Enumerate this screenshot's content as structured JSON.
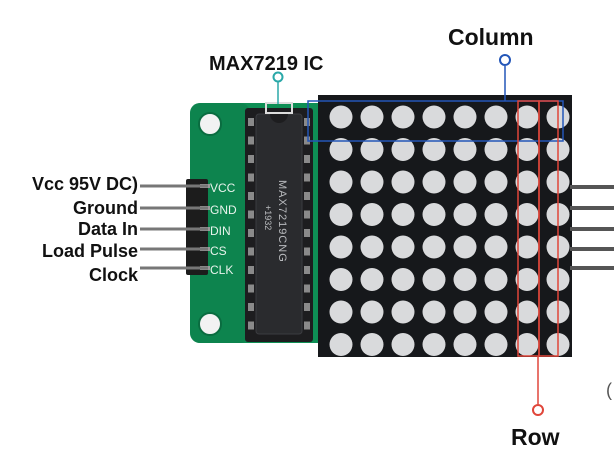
{
  "labels": {
    "ic": "MAX7219 IC",
    "column": "Column",
    "row": "Row"
  },
  "pins": [
    {
      "label": "Vcc 95V DC)",
      "silk": "VCC"
    },
    {
      "label": "Ground",
      "silk": "GND"
    },
    {
      "label": "Data In",
      "silk": "DIN"
    },
    {
      "label": "Load Pulse",
      "silk": "CS"
    },
    {
      "label": "Clock",
      "silk": "CLK"
    }
  ],
  "chip_markings": [
    "MAX7219CNG",
    "+1932"
  ],
  "matrix": {
    "rows": 8,
    "cols": 8
  },
  "colors": {
    "pcb": "#0e8f55",
    "matrix_body": "#16181b",
    "led": "#d9dadc",
    "column_highlight": "#2356b8",
    "row_highlight": "#e0463a",
    "ic_pointer": "#2aa8a8"
  }
}
